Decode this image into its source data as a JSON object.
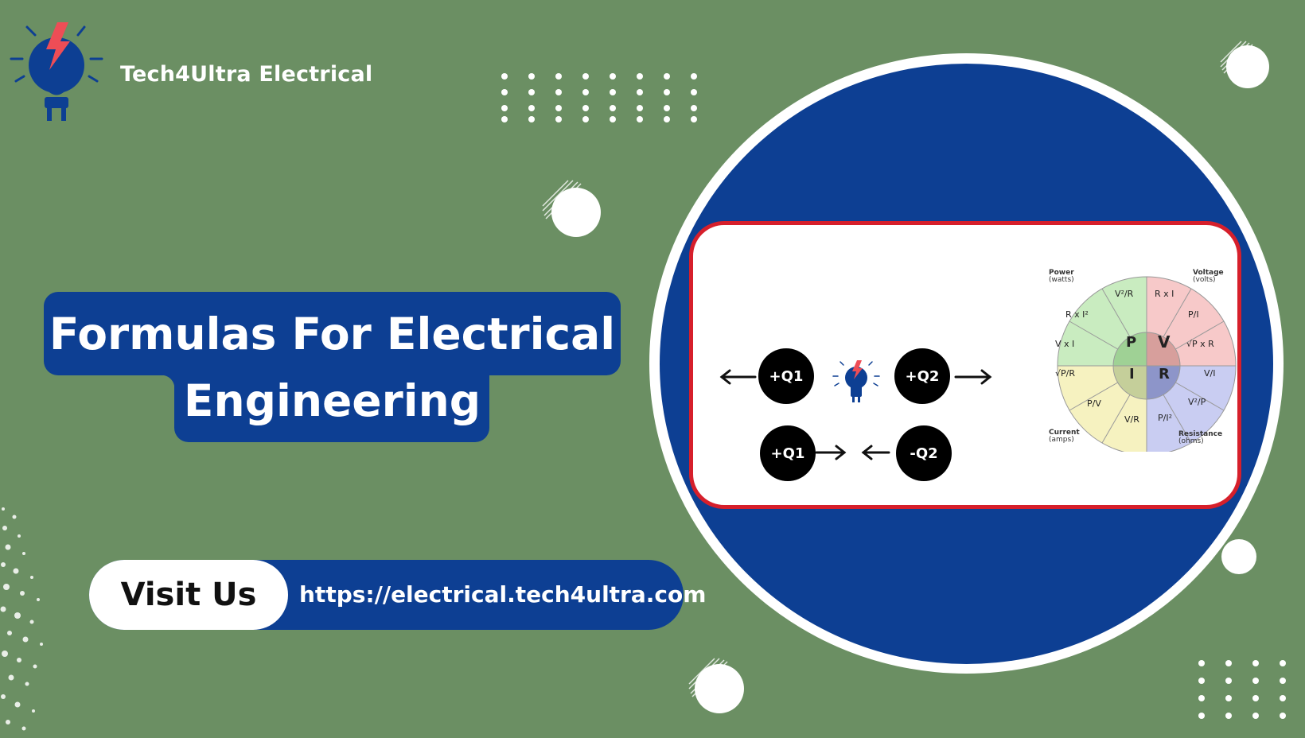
{
  "brand": {
    "name": "Tech4Ultra Electrical",
    "logo": "lightbulb-bolt-logo"
  },
  "title": {
    "line1": "Formulas For Electrical",
    "line2": "Engineering"
  },
  "visit": {
    "label": "Visit Us",
    "url": "https://electrical.tech4ultra.com"
  },
  "charges": {
    "top_left": "+Q1",
    "top_right": "+Q2",
    "bottom_left": "+Q1",
    "bottom_right": "-Q2"
  },
  "wheel": {
    "center": {
      "P": "P",
      "V": "V",
      "I": "I",
      "R": "R"
    },
    "corners": {
      "power": "Power",
      "power_unit": "(watts)",
      "voltage": "Voltage",
      "voltage_unit": "(volts)",
      "current": "Current",
      "current_unit": "(amps)",
      "resistance": "Resistance",
      "resistance_unit": "(ohms)"
    },
    "formulas": {
      "p1": "V²/R",
      "p2": "R x I²",
      "p3": "V x I",
      "v1": "R x I",
      "v2": "P/I",
      "v3": "√P x R",
      "r1": "V/I",
      "r2": "V²/P",
      "r3": "P/I²",
      "i1": "V/R",
      "i2": "P/V",
      "i3": "√P/R"
    }
  },
  "colors": {
    "background": "#6b8f63",
    "navy": "#0d3f93",
    "red": "#d61f2b",
    "power": "#c9ecc0",
    "voltage": "#f7c9c9",
    "current": "#f6f2c0",
    "resistance": "#c9cdf2"
  }
}
